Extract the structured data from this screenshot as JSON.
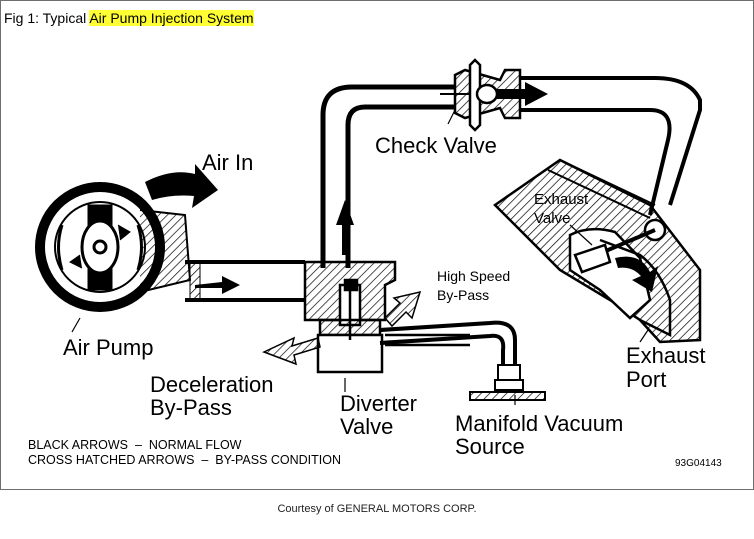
{
  "figure": {
    "title_prefix": "Fig 1: Typical ",
    "title_highlight": "Air Pump Injection System",
    "highlight_color": "#ffff33"
  },
  "labels": {
    "air_in": "Air In",
    "check_valve": "Check Valve",
    "exhaust_valve_1": "Exhaust",
    "exhaust_valve_2": "Valve",
    "high_speed_1": "High Speed",
    "high_speed_2": "By-Pass",
    "air_pump": "Air Pump",
    "decel_1": "Deceleration",
    "decel_2": "By-Pass",
    "diverter_1": "Diverter",
    "diverter_2": "Valve",
    "manifold_1": "Manifold Vacuum",
    "manifold_2": "Source",
    "exhaust_port_1": "Exhaust",
    "exhaust_port_2": "Port"
  },
  "legend": {
    "line1": "BLACK ARROWS  –  NORMAL FLOW",
    "line2": "CROSS HATCHED ARROWS  –  BY-PASS CONDITION"
  },
  "code": "93G04143",
  "credit": "Courtesy of GENERAL MOTORS CORP."
}
